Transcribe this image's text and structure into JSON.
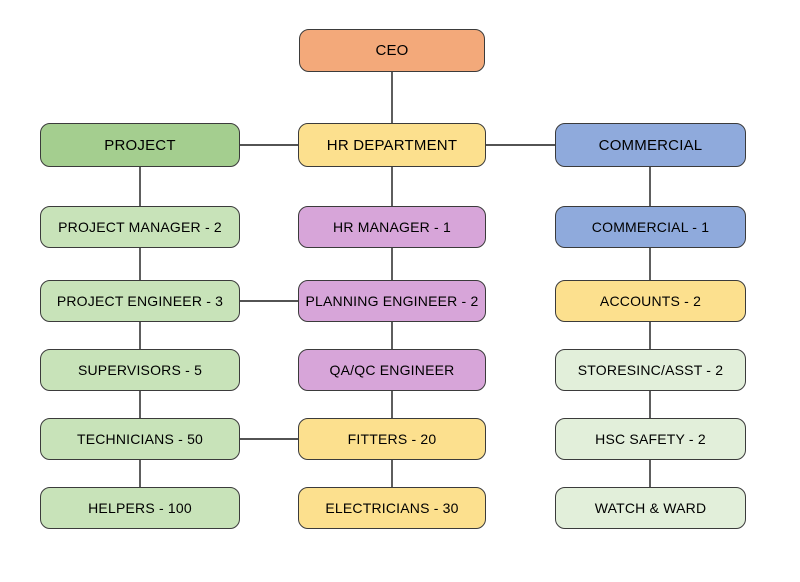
{
  "colors": {
    "orange": "#F3A97A",
    "yellow": "#FCE08E",
    "green": "#A4CE8F",
    "light_green": "#C8E3B9",
    "pale_green": "#E2EFDA",
    "purple": "#D7A5D9",
    "blue": "#8FAADC",
    "border": "#3b3b3b",
    "line": "#1a1a1a",
    "background": "#ffffff"
  },
  "ceo": {
    "label": "CEO",
    "color": "orange"
  },
  "columns": [
    {
      "header": {
        "label": "PROJECT",
        "color": "green"
      },
      "items": [
        {
          "label": "PROJECT MANAGER - 2",
          "color": "light_green"
        },
        {
          "label": "PROJECT ENGINEER - 3",
          "color": "light_green"
        },
        {
          "label": "SUPERVISORS - 5",
          "color": "light_green"
        },
        {
          "label": "TECHNICIANS - 50",
          "color": "light_green"
        },
        {
          "label": "HELPERS - 100",
          "color": "light_green"
        }
      ]
    },
    {
      "header": {
        "label": "HR DEPARTMENT",
        "color": "yellow"
      },
      "items": [
        {
          "label": "HR MANAGER - 1",
          "color": "purple"
        },
        {
          "label": "PLANNING ENGINEER - 2",
          "color": "purple"
        },
        {
          "label": "QA/QC ENGINEER",
          "color": "purple"
        },
        {
          "label": "FITTERS - 20",
          "color": "yellow"
        },
        {
          "label": "ELECTRICIANS - 30",
          "color": "yellow"
        }
      ]
    },
    {
      "header": {
        "label": "COMMERCIAL",
        "color": "blue"
      },
      "items": [
        {
          "label": "COMMERCIAL - 1",
          "color": "blue"
        },
        {
          "label": "ACCOUNTS - 2",
          "color": "yellow"
        },
        {
          "label": "STORESINC/ASST - 2",
          "color": "pale_green"
        },
        {
          "label": "HSC SAFETY - 2",
          "color": "pale_green"
        },
        {
          "label": "WATCH & WARD",
          "color": "pale_green"
        }
      ]
    }
  ]
}
